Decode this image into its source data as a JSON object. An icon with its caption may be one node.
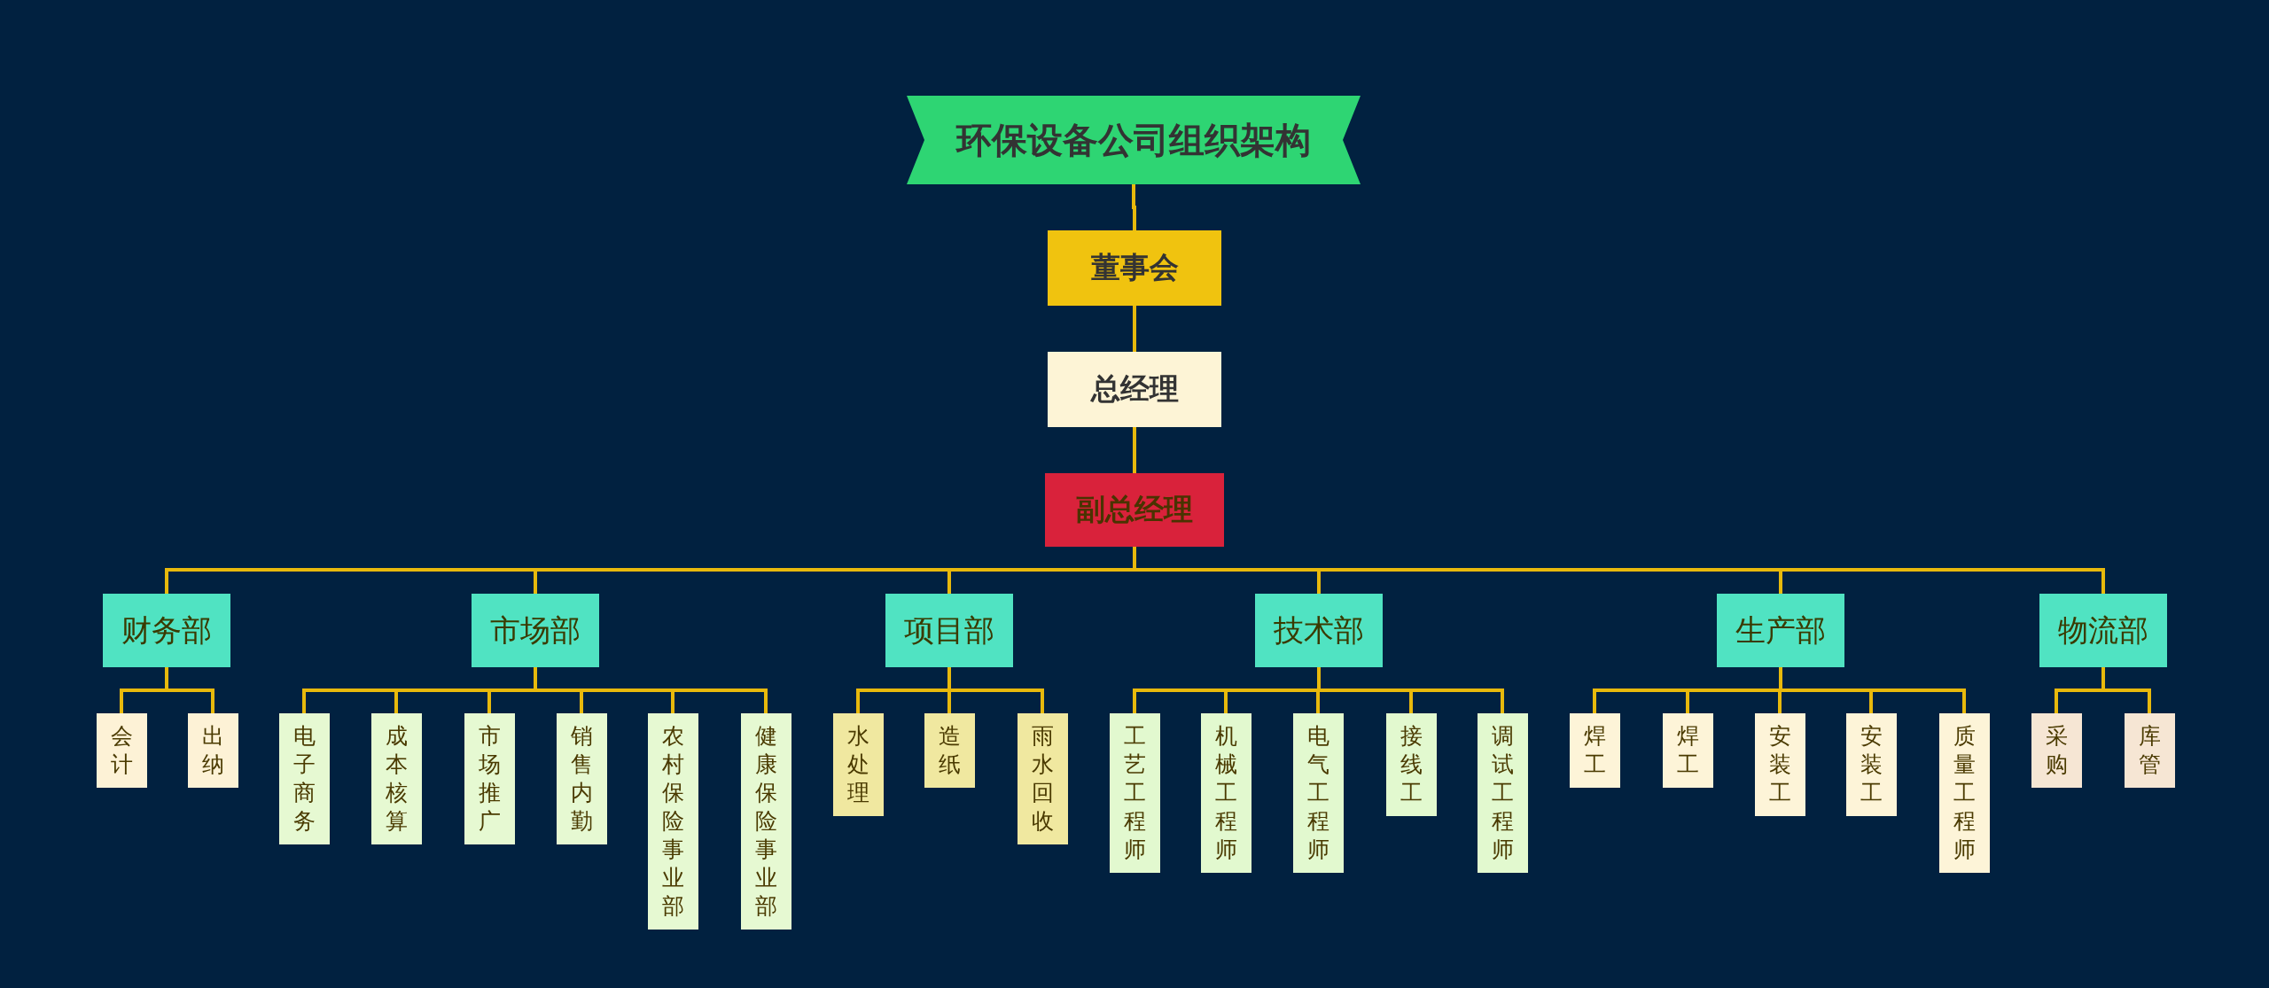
{
  "diagram": {
    "nodes": [
      {
        "text": [
          "环保设备公司组织架构"
        ]
      },
      {
        "text": [
          "董事会"
        ]
      },
      {
        "text": [
          "总经理"
        ]
      },
      {
        "text": [
          "副总经理"
        ]
      },
      {
        "text": [
          "财务部"
        ]
      },
      {
        "text": [
          "市场部"
        ]
      },
      {
        "text": [
          "项目部"
        ]
      },
      {
        "text": [
          "技术部"
        ]
      },
      {
        "text": [
          "生产部"
        ]
      },
      {
        "text": [
          "物流部"
        ]
      },
      {
        "text": [
          "会计"
        ]
      },
      {
        "text": [
          "出纳"
        ]
      },
      {
        "text": [
          "电子商务"
        ]
      },
      {
        "text": [
          "成本核算"
        ]
      },
      {
        "text": [
          "市场推广"
        ]
      },
      {
        "text": [
          "销售内勤"
        ]
      },
      {
        "text": [
          "农村保险事业部"
        ]
      },
      {
        "text": [
          "健康保险事业部"
        ]
      },
      {
        "text": [
          "水处理"
        ]
      },
      {
        "text": [
          "造纸"
        ]
      },
      {
        "text": [
          "雨水回收"
        ]
      },
      {
        "text": [
          "工艺工程师"
        ]
      },
      {
        "text": [
          "机械工程师"
        ]
      },
      {
        "text": [
          "电气工程师"
        ]
      },
      {
        "text": [
          "接线工"
        ]
      },
      {
        "text": [
          "调试工程师"
        ]
      },
      {
        "text": [
          "焊工"
        ]
      },
      {
        "text": [
          "焊工"
        ]
      },
      {
        "text": [
          "安装工"
        ]
      },
      {
        "text": [
          "安装工"
        ]
      },
      {
        "text": [
          "质量工程师"
        ]
      },
      {
        "text": [
          "采购"
        ]
      },
      {
        "text": [
          "库管"
        ]
      }
    ],
    "edges": [
      {
        "from": 0,
        "to": 1,
        "arrow": "none"
      },
      {
        "from": 1,
        "to": 2,
        "arrow": "none"
      },
      {
        "from": 2,
        "to": 3,
        "arrow": "none"
      },
      {
        "from": 3,
        "to": 4,
        "arrow": "none"
      },
      {
        "from": 3,
        "to": 5,
        "arrow": "none"
      },
      {
        "from": 3,
        "to": 6,
        "arrow": "none"
      },
      {
        "from": 3,
        "to": 7,
        "arrow": "none"
      },
      {
        "from": 3,
        "to": 8,
        "arrow": "none"
      },
      {
        "from": 3,
        "to": 9,
        "arrow": "none"
      },
      {
        "from": 4,
        "to": 10,
        "arrow": "none"
      },
      {
        "from": 4,
        "to": 11,
        "arrow": "none"
      },
      {
        "from": 5,
        "to": 12,
        "arrow": "none"
      },
      {
        "from": 5,
        "to": 13,
        "arrow": "none"
      },
      {
        "from": 5,
        "to": 14,
        "arrow": "none"
      },
      {
        "from": 5,
        "to": 15,
        "arrow": "none"
      },
      {
        "from": 5,
        "to": 16,
        "arrow": "none"
      },
      {
        "from": 5,
        "to": 17,
        "arrow": "none"
      },
      {
        "from": 6,
        "to": 18,
        "arrow": "none"
      },
      {
        "from": 6,
        "to": 19,
        "arrow": "none"
      },
      {
        "from": 6,
        "to": 20,
        "arrow": "none"
      },
      {
        "from": 7,
        "to": 21,
        "arrow": "none"
      },
      {
        "from": 7,
        "to": 22,
        "arrow": "none"
      },
      {
        "from": 7,
        "to": 23,
        "arrow": "none"
      },
      {
        "from": 7,
        "to": 24,
        "arrow": "none"
      },
      {
        "from": 7,
        "to": 25,
        "arrow": "none"
      },
      {
        "from": 8,
        "to": 26,
        "arrow": "none"
      },
      {
        "from": 8,
        "to": 27,
        "arrow": "none"
      },
      {
        "from": 8,
        "to": 28,
        "arrow": "none"
      },
      {
        "from": 8,
        "to": 29,
        "arrow": "none"
      },
      {
        "from": 8,
        "to": 30,
        "arrow": "none"
      },
      {
        "from": 9,
        "to": 31,
        "arrow": "none"
      },
      {
        "from": 9,
        "to": 32,
        "arrow": "none"
      }
    ]
  }
}
